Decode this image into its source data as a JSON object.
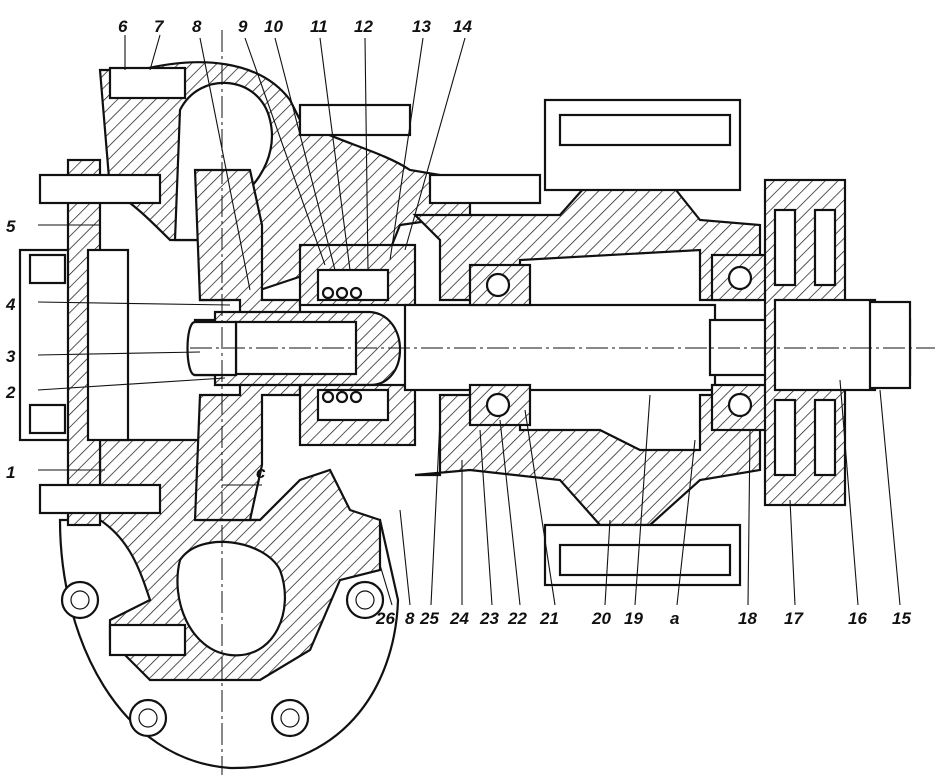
{
  "labels": {
    "left": [
      "5",
      "4",
      "3",
      "2",
      "1"
    ],
    "top": [
      "6",
      "7",
      "8",
      "9",
      "10",
      "11",
      "12",
      "13",
      "14"
    ],
    "bottom": [
      "26",
      "8",
      "25",
      "24",
      "23",
      "22",
      "21",
      "20",
      "19",
      "a",
      "18",
      "17",
      "16",
      "15"
    ],
    "gap": "c"
  }
}
